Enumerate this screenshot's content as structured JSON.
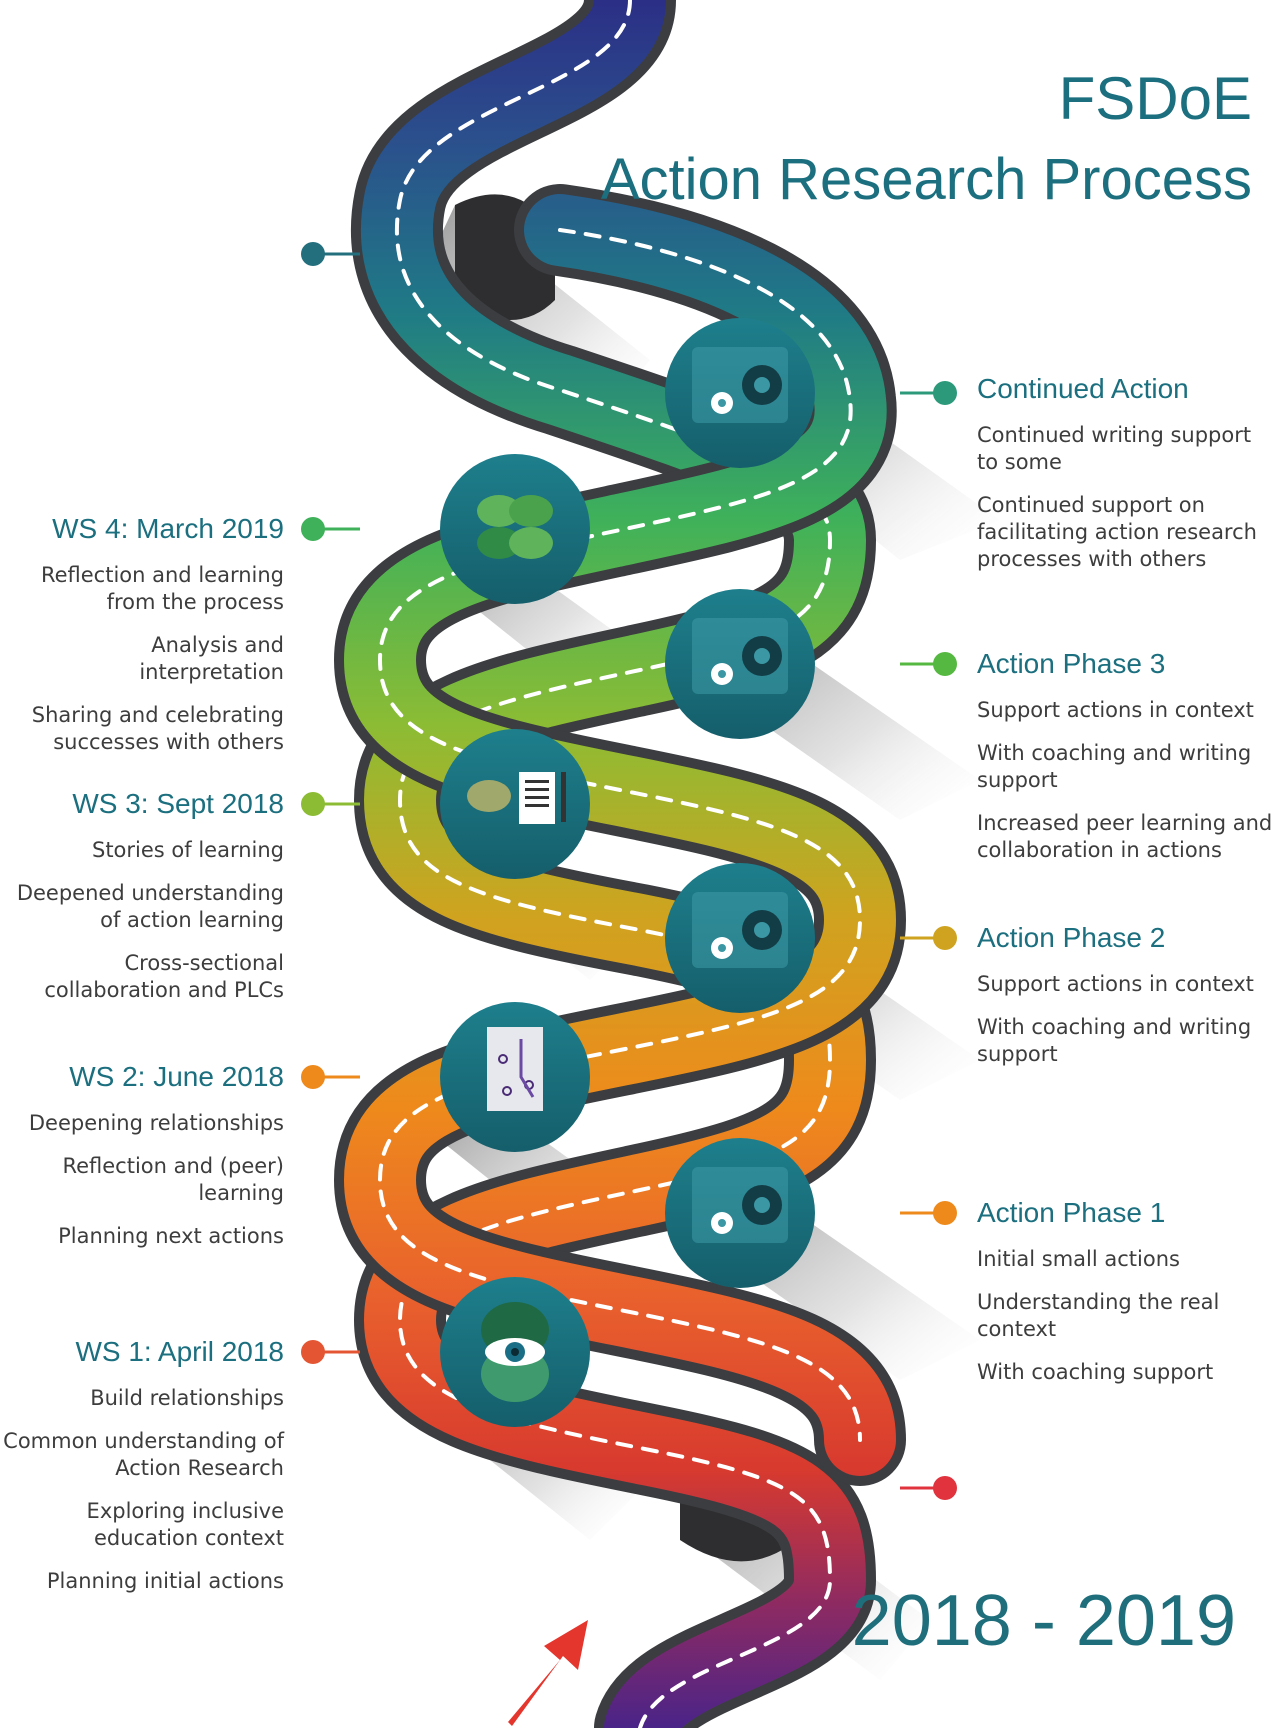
{
  "title": "FSDoE",
  "subtitle": "Action Research Process",
  "years": "2018 - 2019",
  "colors": {
    "title": "#1b6f7f",
    "teal": "#1f7a86",
    "green": "#3fb15a",
    "yellowgreen": "#8cbc34",
    "gold": "#cfa31f",
    "orange": "#ee8a1c",
    "red": "#e45633",
    "arrow": "#e5362d"
  },
  "workshops": [
    {
      "heading": "WS 4: March 2019",
      "items": [
        "Reflection and learning from the process",
        "Analysis and interpretation",
        "Sharing and celebrating successes with others"
      ]
    },
    {
      "heading": "WS 3: Sept 2018",
      "items": [
        "Stories of learning",
        "Deepened understanding of action learning",
        "Cross-sectional collaboration and PLCs"
      ]
    },
    {
      "heading": "WS 2: June 2018",
      "items": [
        "Deepening relationships",
        "Reflection and (peer) learning",
        "Planning next actions"
      ]
    },
    {
      "heading": "WS 1: April 2018",
      "items": [
        "Build relationships",
        "Common understanding of Action Research",
        "Exploring inclusive education context",
        "Planning initial actions"
      ]
    }
  ],
  "phases": [
    {
      "heading": "Continued Action",
      "items": [
        "Continued writing support to some",
        "Continued support on facilitating action research processes with others"
      ]
    },
    {
      "heading": "Action Phase 3",
      "items": [
        "Support actions in context",
        "With coaching and writing support",
        "Increased peer learning and collaboration in actions"
      ]
    },
    {
      "heading": "Action Phase 2",
      "items": [
        "Support actions in context",
        "With coaching and writing support"
      ]
    },
    {
      "heading": "Action Phase 1",
      "items": [
        "Initial small actions",
        "Understanding the real context",
        "With coaching support"
      ]
    }
  ],
  "icons": [
    "gear-chat-icon",
    "chat-bubbles-icon",
    "thought-document-icon",
    "strategy-plan-icon",
    "eye-icon"
  ]
}
